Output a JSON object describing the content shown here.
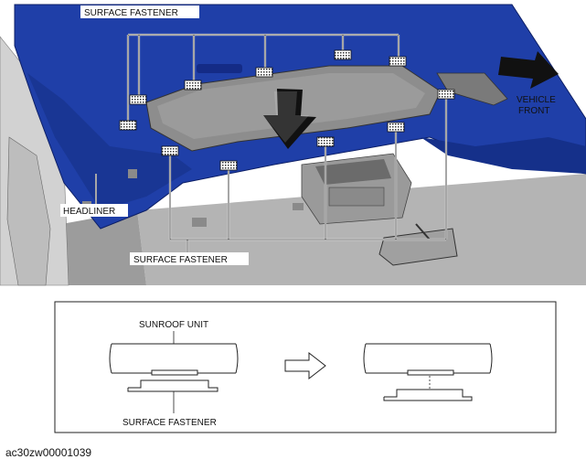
{
  "labels": {
    "surface_fastener_top": "SURFACE FASTENER",
    "surface_fastener_bottom": "SURFACE FASTENER",
    "vehicle_front_1": "VEHICLE",
    "vehicle_front_2": "FRONT",
    "headliner": "HEADLINER",
    "sunroof_unit": "SUNROOF UNIT",
    "detail_surface_fastener": "SURFACE FASTENER"
  },
  "caption": "ac30zw00001039",
  "colors": {
    "headliner_blue": "#1f3fa8",
    "headliner_dark": "#0f2378",
    "sunroof_grey": "#8d8d8d",
    "interior_grey": "#a9a9a9"
  },
  "icons": [
    "front-arrow-icon",
    "install-arrow-icon",
    "transition-arrow-icon"
  ]
}
